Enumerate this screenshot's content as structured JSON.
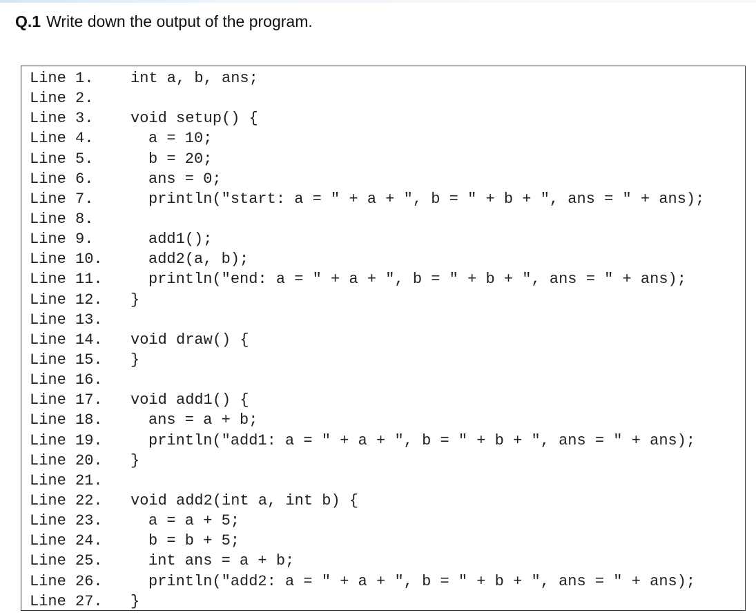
{
  "question": {
    "number": "Q.1",
    "text": "Write down the output of the program."
  },
  "code": {
    "lines": [
      {
        "label": "Line 1.",
        "code": "int a, b, ans;",
        "indent": 0
      },
      {
        "label": "Line 2.",
        "code": "",
        "indent": 0
      },
      {
        "label": "Line 3.",
        "code": "void setup() {",
        "indent": 0
      },
      {
        "label": "Line 4.",
        "code": "a = 10;",
        "indent": 1
      },
      {
        "label": "Line 5.",
        "code": "b = 20;",
        "indent": 1
      },
      {
        "label": "Line 6.",
        "code": "ans = 0;",
        "indent": 1
      },
      {
        "label": "Line 7.",
        "code": "println(\"start: a = \" + a + \", b = \" + b + \", ans = \" + ans);",
        "indent": 1
      },
      {
        "label": "Line 8.",
        "code": "",
        "indent": 0
      },
      {
        "label": "Line 9.",
        "code": "add1();",
        "indent": 1
      },
      {
        "label": "Line 10.",
        "code": "add2(a, b);",
        "indent": 1
      },
      {
        "label": "Line 11.",
        "code": "println(\"end: a = \" + a + \", b = \" + b + \", ans = \" + ans);",
        "indent": 1
      },
      {
        "label": "Line 12.",
        "code": "}",
        "indent": 0
      },
      {
        "label": "Line 13.",
        "code": "",
        "indent": 0
      },
      {
        "label": "Line 14.",
        "code": "void draw() {",
        "indent": 0
      },
      {
        "label": "Line 15.",
        "code": "}",
        "indent": 0
      },
      {
        "label": "Line 16.",
        "code": "",
        "indent": 0
      },
      {
        "label": "Line 17.",
        "code": "void add1() {",
        "indent": 0
      },
      {
        "label": "Line 18.",
        "code": "ans = a + b;",
        "indent": 1
      },
      {
        "label": "Line 19.",
        "code": "println(\"add1: a = \" + a + \", b = \" + b + \", ans = \" + ans);",
        "indent": 1
      },
      {
        "label": "Line 20.",
        "code": "}",
        "indent": 0
      },
      {
        "label": "Line 21.",
        "code": "",
        "indent": 0
      },
      {
        "label": "Line 22.",
        "code": "void add2(int a, int b) {",
        "indent": 0
      },
      {
        "label": "Line 23.",
        "code": "a = a + 5;",
        "indent": 1
      },
      {
        "label": "Line 24.",
        "code": "b = b + 5;",
        "indent": 1
      },
      {
        "label": "Line 25.",
        "code": "int ans = a + b;",
        "indent": 1
      },
      {
        "label": "Line 26.",
        "code": "println(\"add2: a = \" + a + \", b = \" + b + \", ans = \" + ans);",
        "indent": 1
      },
      {
        "label": "Line 27.",
        "code": "}",
        "indent": 0
      }
    ]
  }
}
